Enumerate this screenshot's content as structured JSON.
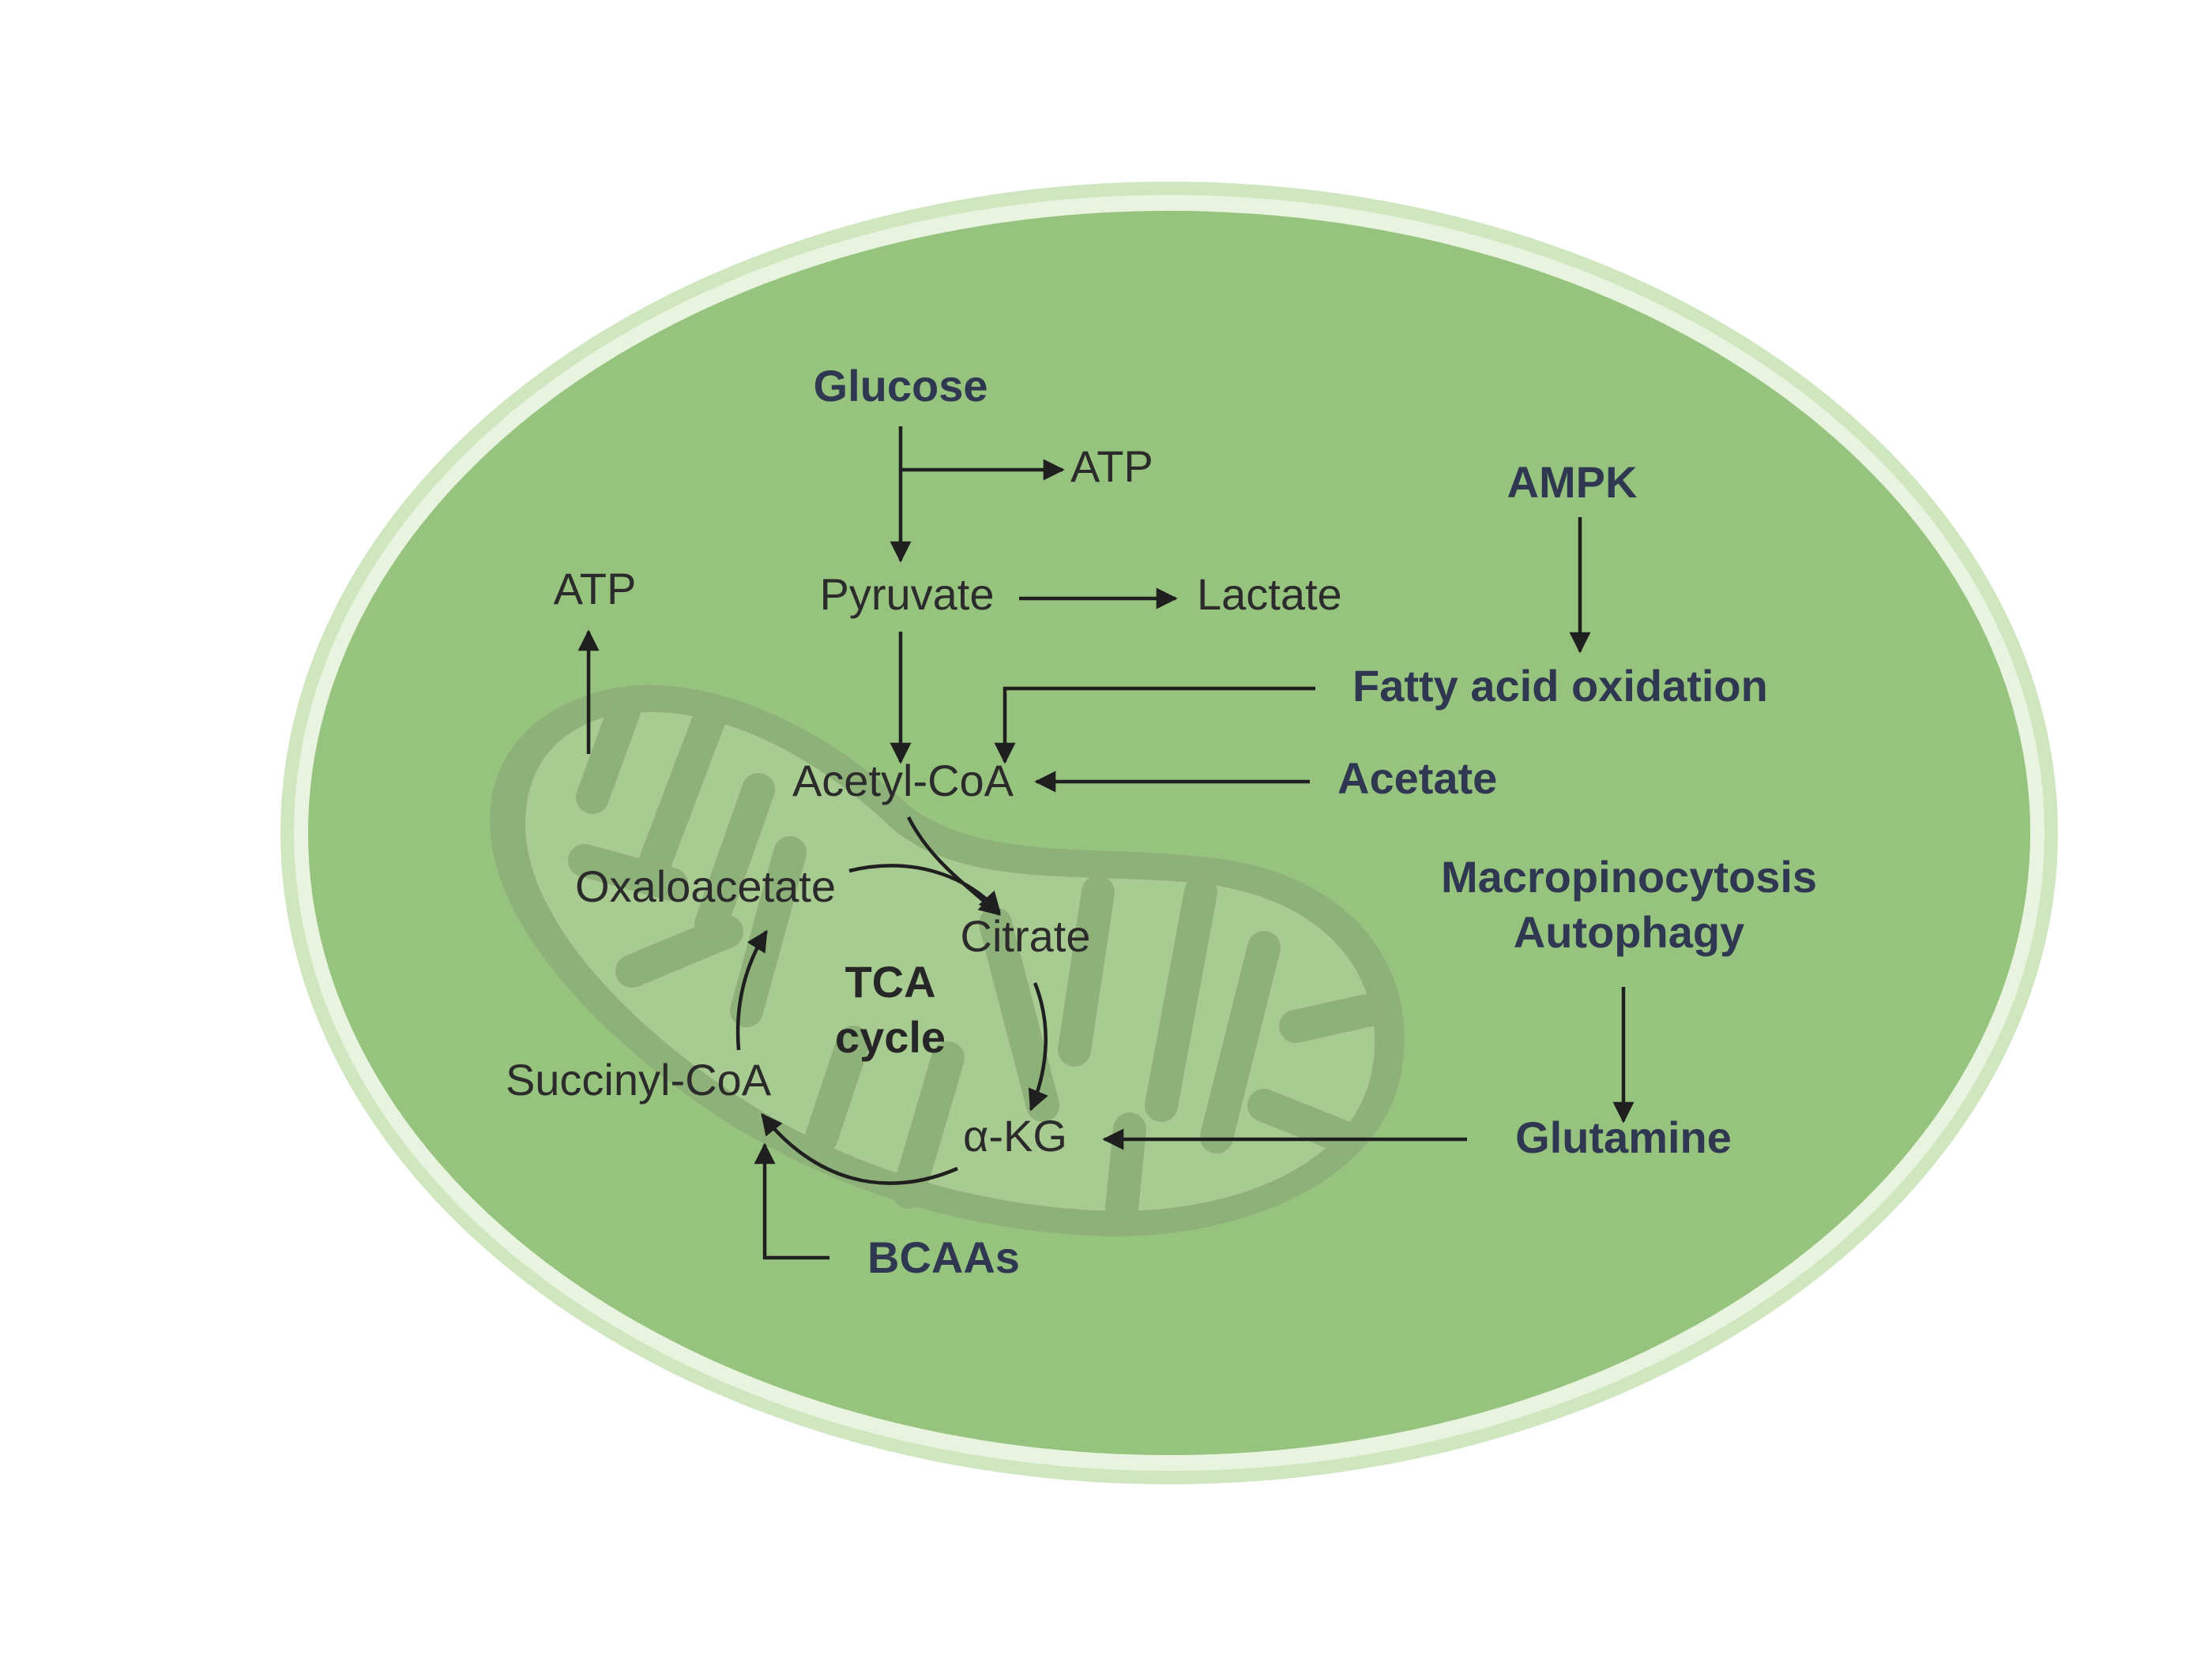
{
  "labels": {
    "glucose": "Glucose",
    "atp_glycolysis": "ATP",
    "pyruvate": "Pyruvate",
    "lactate": "Lactate",
    "atp_mito": "ATP",
    "ampk": "AMPK",
    "fatty_acid_oxidation": "Fatty acid oxidation",
    "acetyl_coa": "Acetyl-CoA",
    "acetate": "Acetate",
    "oxaloacetate": "Oxaloacetate",
    "citrate": "Citrate",
    "tca_line1": "TCA",
    "tca_line2": "cycle",
    "succinyl_coa": "Succinyl-CoA",
    "alpha_kg": "α-KG",
    "macropinocytosis": "Macropinocytosis",
    "autophagy": "Autophagy",
    "glutamine": "Glutamine",
    "bcaas": "BCAAs"
  },
  "colors": {
    "cell_fill": "#96c47e",
    "cell_outer_rim": "#cfe6bf",
    "cell_inner_rim": "#e9f4e0",
    "mito_outer": "#8eb079",
    "mito_inner": "#a8cb92",
    "source_text": "#2f3850",
    "arrow": "#1f1f1f"
  }
}
